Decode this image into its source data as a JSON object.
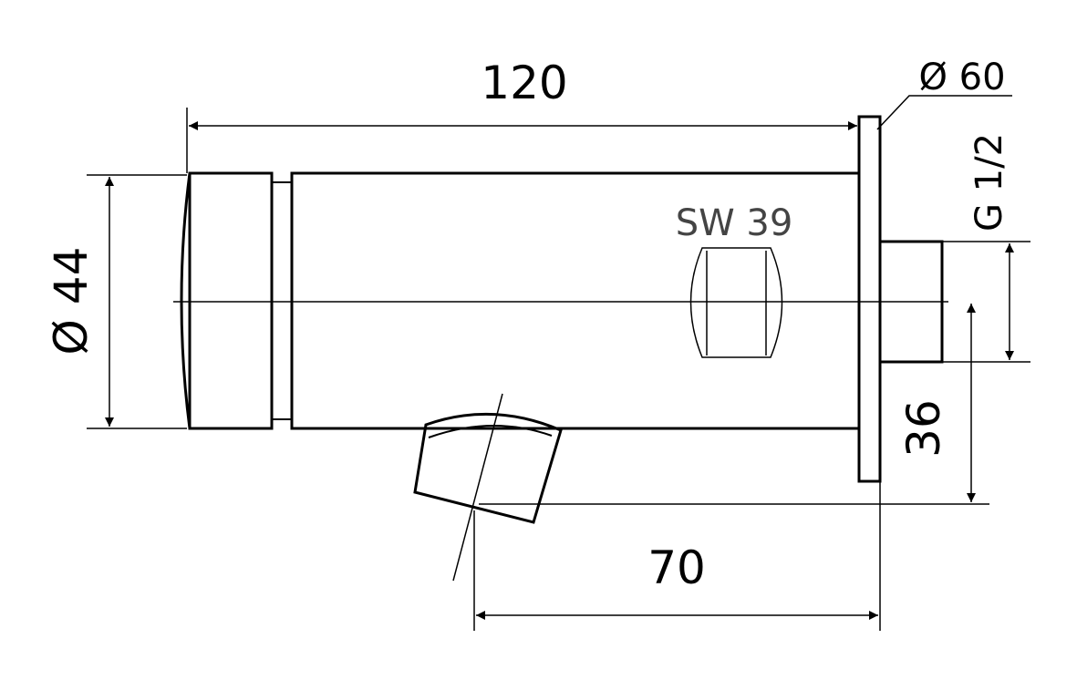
{
  "drawing": {
    "length_total": "120",
    "flange_diameter": "Ø 60",
    "thread": "G 1/2",
    "wrench_size": "SW 39",
    "body_diameter": "Ø 44",
    "spout_drop": "36",
    "spout_offset": "70"
  }
}
